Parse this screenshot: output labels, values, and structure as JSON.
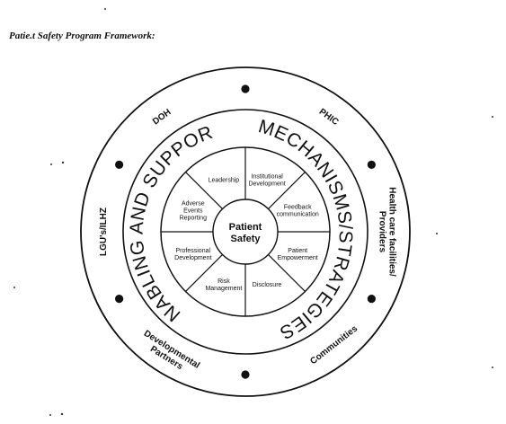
{
  "title": "Patie.t Safety Program Framework:",
  "outer_ring": {
    "stakeholders": [
      {
        "lines": [
          "DOH"
        ],
        "angle": -36
      },
      {
        "lines": [
          "PHIC"
        ],
        "angle": 36
      },
      {
        "lines": [
          "Health care facilities/",
          "Providers"
        ],
        "angle": 90
      },
      {
        "lines": [
          "Communities"
        ],
        "angle": 142
      },
      {
        "lines": [
          "Developmental",
          "Partners"
        ],
        "angle": 212
      },
      {
        "lines": [
          "LGU's/ILHZ"
        ],
        "angle": 270
      }
    ],
    "dot_angles": [
      0,
      62,
      118,
      180,
      242,
      298
    ]
  },
  "strategy_ring": {
    "left_text": "ENABLING AND SUPPORT",
    "right_text": "MECHANISMS/STRATEGIES"
  },
  "segments": [
    {
      "lines": [
        "Leadership"
      ],
      "angle": -22.5
    },
    {
      "lines": [
        "Institutional",
        "Development"
      ],
      "angle": 22.5
    },
    {
      "lines": [
        "Feedback",
        "communication"
      ],
      "angle": 67.5
    },
    {
      "lines": [
        "Patient",
        "Empowerment"
      ],
      "angle": 112.5
    },
    {
      "lines": [
        "Disclosure"
      ],
      "angle": 157.5
    },
    {
      "lines": [
        "Risk",
        "Management"
      ],
      "angle": 202.5
    },
    {
      "lines": [
        "Professional",
        "Development"
      ],
      "angle": 247.5
    },
    {
      "lines": [
        "Adverse",
        "Events",
        "Reporting"
      ],
      "angle": 292.5
    }
  ],
  "core": {
    "lines": [
      "Patient",
      "Safety"
    ]
  },
  "colors": {
    "ink": "#111111",
    "background": "#ffffff"
  }
}
